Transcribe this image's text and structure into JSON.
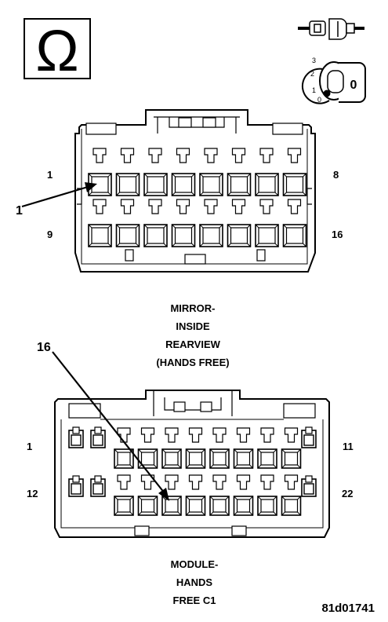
{
  "symbol": {
    "icon": "ohm-icon",
    "glyph": "Ω"
  },
  "key_switch": {
    "icon": "ignition-key-icon",
    "positions": [
      "3",
      "2",
      "1",
      "0"
    ],
    "key_label": "0"
  },
  "connector_1": {
    "pin_labels": {
      "top_left": "1",
      "top_right": "8",
      "bottom_left": "9",
      "bottom_right": "16"
    },
    "callout": "1",
    "caption": [
      "MIRROR-",
      "INSIDE",
      "REARVIEW",
      "(HANDS FREE)"
    ]
  },
  "connector_2": {
    "pin_labels": {
      "top_left": "1",
      "top_right": "11",
      "bottom_left": "12",
      "bottom_right": "22"
    },
    "callout": "16",
    "caption": [
      "MODULE-",
      "HANDS",
      "FREE C1"
    ]
  },
  "figure_id": "81d01741"
}
